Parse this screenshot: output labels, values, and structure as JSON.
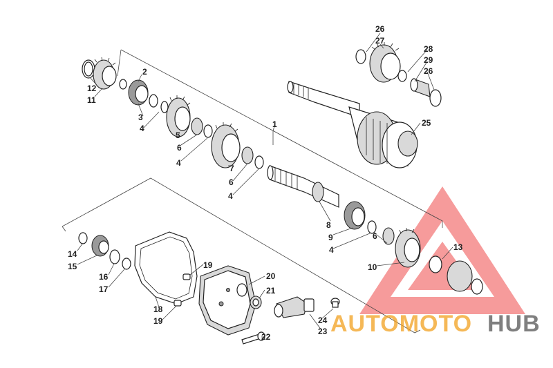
{
  "diagram": {
    "callouts": {
      "c1": "1",
      "c2": "2",
      "c3": "3",
      "c4a": "4",
      "c4b": "4",
      "c4c": "4",
      "c4d": "4",
      "c5": "5",
      "c6a": "6",
      "c6b": "6",
      "c6c": "6",
      "c7": "7",
      "c8": "8",
      "c9": "9",
      "c10": "10",
      "c11": "11",
      "c12": "12",
      "c13": "13",
      "c14": "14",
      "c15": "15",
      "c16": "16",
      "c17": "17",
      "c18": "18",
      "c19a": "19",
      "c19b": "19",
      "c20": "20",
      "c21": "21",
      "c22": "22",
      "c23": "23",
      "c24": "24",
      "c25": "25",
      "c26a": "26",
      "c26b": "26",
      "c27": "27",
      "c28": "28",
      "c29": "29"
    }
  },
  "watermark": {
    "text_part1": "AUTOMOTO",
    "text_part2": "HUB",
    "color_red": "#ef4b4b",
    "color_orange": "#f2a11f",
    "color_gray": "#555555"
  }
}
